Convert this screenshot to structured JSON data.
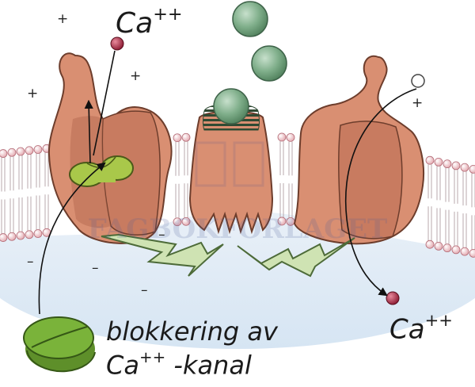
{
  "labels": {
    "ion_top": {
      "symbol": "Ca",
      "charge": "++"
    },
    "ion_bottom": {
      "symbol": "Ca",
      "charge": "++"
    },
    "caption_line1": "blokkering av",
    "caption_line2_symbol": "Ca",
    "caption_line2_charge": "++",
    "caption_line2_rest": " -kanal"
  },
  "signs": {
    "plus": "+",
    "minus": "–"
  },
  "watermark": "FAGBOKFORLAGET",
  "colors": {
    "protein": "#d98f72",
    "protein_dark": "#b86e54",
    "membrane_head": "#e9b8bd",
    "extracellular_fluid": "#dfeaf5",
    "ball": "#7fae8a",
    "calcium_ion": "#a0213a",
    "blocker": "#a9c84a",
    "pill": "#7ab33a",
    "bolt": "#cfe3b3"
  }
}
